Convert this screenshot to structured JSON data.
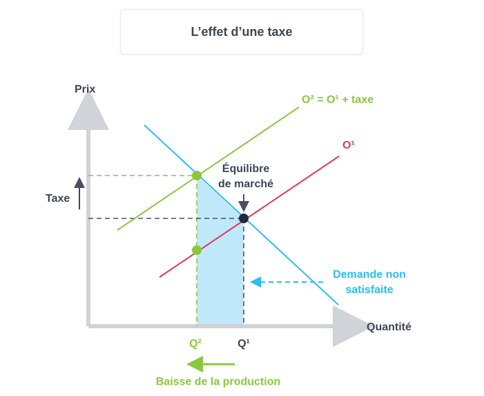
{
  "title": "L’effet d’une taxe",
  "axes": {
    "y_label": "Prix",
    "x_label": "Quantité"
  },
  "curves": {
    "supply_with_tax": "O² = O¹ + taxe",
    "supply": "O¹",
    "demand_gap": "Demande non satisfaite"
  },
  "annotations": {
    "equilibrium_line1": "Équilibre",
    "equilibrium_line2": "de marché",
    "tax": "Taxe",
    "q2": "Q²",
    "q1": "Q¹",
    "production_drop": "Baisse de la production",
    "demand_line1": "Demande non",
    "demand_line2": "satisfaite"
  },
  "colors": {
    "supply_tax": "#8cc63f",
    "supply": "#e0385a",
    "demand": "#2bbcf2",
    "area": "#bfe8fa",
    "axis": "#d0d3d8",
    "text": "#3c4555",
    "dashed": "#4a5060"
  }
}
